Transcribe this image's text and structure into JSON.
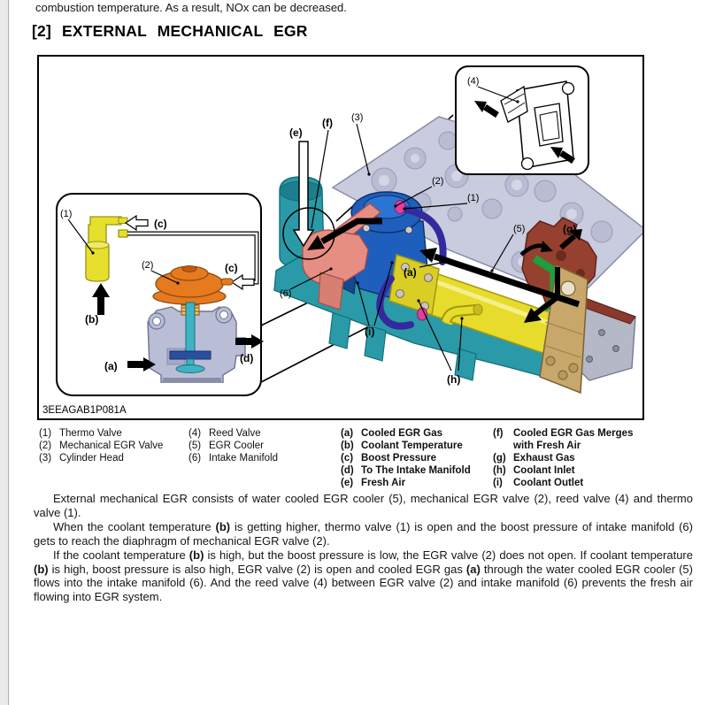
{
  "page": {
    "top_line": "combustion temperature. As a result, NOx can be decreased.",
    "heading": "[2] EXTERNAL MECHANICAL EGR"
  },
  "figure": {
    "code": "3EEAGAB1P081A",
    "labels": {
      "n1": "(1)",
      "n2": "(2)",
      "n3": "(3)",
      "n4": "(4)",
      "n5": "(5)",
      "n6": "(6)",
      "a": "(a)",
      "b": "(b)",
      "c": "(c)",
      "d": "(d)",
      "e": "(e)",
      "f": "(f)",
      "g": "(g)",
      "h": "(h)",
      "i": "(i)"
    },
    "colors": {
      "intake_manifold": "#2a9aa8",
      "intake_dark": "#1d7f8d",
      "cylinder_head": "#c9cbde",
      "head_boss": "#b9bcd2",
      "egr_valve": "#1e5fbe",
      "egr_valve_dark": "#16478f",
      "egr_cooler": "#e7dc2b",
      "cooler_flange": "#d9ce26",
      "reed_housing": "#e68e84",
      "exhaust": "#96402f",
      "coolant_hose": "#342a9e",
      "clamp": "#e03fa0",
      "gas_pipe": "#1e9e3e",
      "flange_bracket": "#c8a76a",
      "base_plate": "#b4b8c7",
      "diaphragm": "#e67a1e",
      "thermo_valve": "#e6df2e",
      "valve_body_metal": "#b9bdd6",
      "valve_stem": "#3fb3c2",
      "valve_seat": "#2a4fa0"
    }
  },
  "legend": {
    "col1": [
      {
        "key": "(1)",
        "text": "Thermo Valve"
      },
      {
        "key": "(2)",
        "text": "Mechanical EGR Valve"
      },
      {
        "key": "(3)",
        "text": "Cylinder Head"
      }
    ],
    "col2": [
      {
        "key": "(4)",
        "text": "Reed Valve"
      },
      {
        "key": "(5)",
        "text": "EGR Cooler"
      },
      {
        "key": "(6)",
        "text": "Intake Manifold"
      }
    ],
    "col3": [
      {
        "key": "(a)",
        "text": "Cooled EGR Gas"
      },
      {
        "key": "(b)",
        "text": "Coolant Temperature"
      },
      {
        "key": "(c)",
        "text": "Boost Pressure"
      },
      {
        "key": "(d)",
        "text": "To The Intake Manifold"
      },
      {
        "key": "(e)",
        "text": "Fresh Air"
      }
    ],
    "col4": [
      {
        "key": "(f)",
        "text": "Cooled EGR Gas Merges",
        "text2": "with Fresh Air"
      },
      {
        "key": "(g)",
        "text": "Exhaust Gas"
      },
      {
        "key": "(h)",
        "text": "Coolant Inlet"
      },
      {
        "key": "(i)",
        "text": "Coolant Outlet"
      }
    ]
  },
  "paragraphs": [
    {
      "segments": [
        {
          "text": "External mechanical EGR consists of water cooled EGR cooler (5), mechanical EGR valve (2), reed valve (4) and thermo valve (1)."
        }
      ]
    },
    {
      "segments": [
        {
          "text": "When the coolant temperature "
        },
        {
          "text": "(b)",
          "bold": true
        },
        {
          "text": " is getting higher, thermo valve (1) is open and the boost pressure of intake manifold (6) gets to reach the diaphragm of mechanical EGR valve (2)."
        }
      ]
    },
    {
      "segments": [
        {
          "text": "If the coolant temperature "
        },
        {
          "text": "(b)",
          "bold": true
        },
        {
          "text": " is high, but the boost pressure is low, the EGR valve (2) does not open. If coolant temperature "
        },
        {
          "text": "(b)",
          "bold": true
        },
        {
          "text": " is high, boost pressure is also high, EGR valve (2) is open and cooled EGR gas "
        },
        {
          "text": "(a)",
          "bold": true
        },
        {
          "text": " through the water cooled EGR cooler (5) flows into the intake manifold (6). And the reed valve (4) between EGR valve (2) and intake manifold (6) prevents the fresh air flowing into EGR system."
        }
      ]
    }
  ]
}
